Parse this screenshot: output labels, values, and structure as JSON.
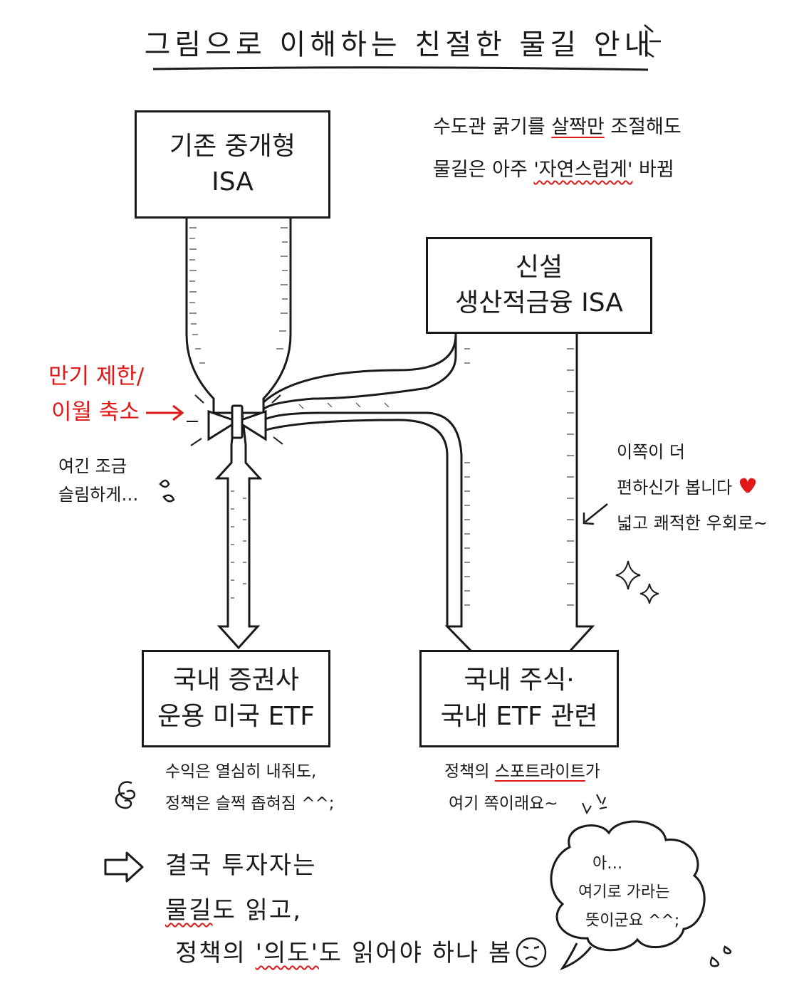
{
  "title": "그림으로 이해하는 친절한 물길 안내",
  "boxes": {
    "existing": [
      "기존 중개형",
      "ISA"
    ],
    "new": [
      "신설",
      "생산적금융 ISA"
    ],
    "us_etf": [
      "국내 증권사",
      "운용 미국 ETF"
    ],
    "kr_stock": [
      "국내 주식·",
      "국내 ETF 관련"
    ]
  },
  "top_note": {
    "line1_pre": "수도관 굵기를 ",
    "line1_em": "살짝만",
    "line1_post": " 조절해도",
    "line2_pre": "물길은 아주 ",
    "line2_em": "'자연스럽게'",
    "line2_post": " 바뀜"
  },
  "valve_label": [
    "만기 제한/",
    "이월 축소"
  ],
  "valve_note": [
    "여긴 조금",
    "슬림하게…"
  ],
  "right_note": [
    "이쪽이 더",
    "편하신가 봅니다",
    "넓고 쾌적한 우회로~"
  ],
  "left_caption": [
    "수익은 열심히 내줘도,",
    "정책은 슬쩍 좁혀짐 ^^;"
  ],
  "right_caption": {
    "line1_pre": "정책의 ",
    "line1_em": "스포트라이트",
    "line1_post": "가",
    "line2": "여기 쪽이래요~"
  },
  "conclusion": {
    "line1": "결국 투자자는",
    "line2_em": "물길",
    "line2_post": "도 읽고,",
    "line3_pre": "정책의 ",
    "line3_em": "'의도'",
    "line3_post": "도 읽어야 하나 봄"
  },
  "bubble": [
    "아…",
    "여기로 가라는",
    "뜻이군요 ^^;"
  ],
  "colors": {
    "ink": "#1a1a1a",
    "accent": "#e01818"
  },
  "icons": [
    "valve-icon",
    "arrow-right-icon",
    "heart-icon",
    "sparkle-icon",
    "sweat-drop-icon",
    "swirl-icon",
    "frown-face-icon",
    "hollow-arrow-icon"
  ]
}
